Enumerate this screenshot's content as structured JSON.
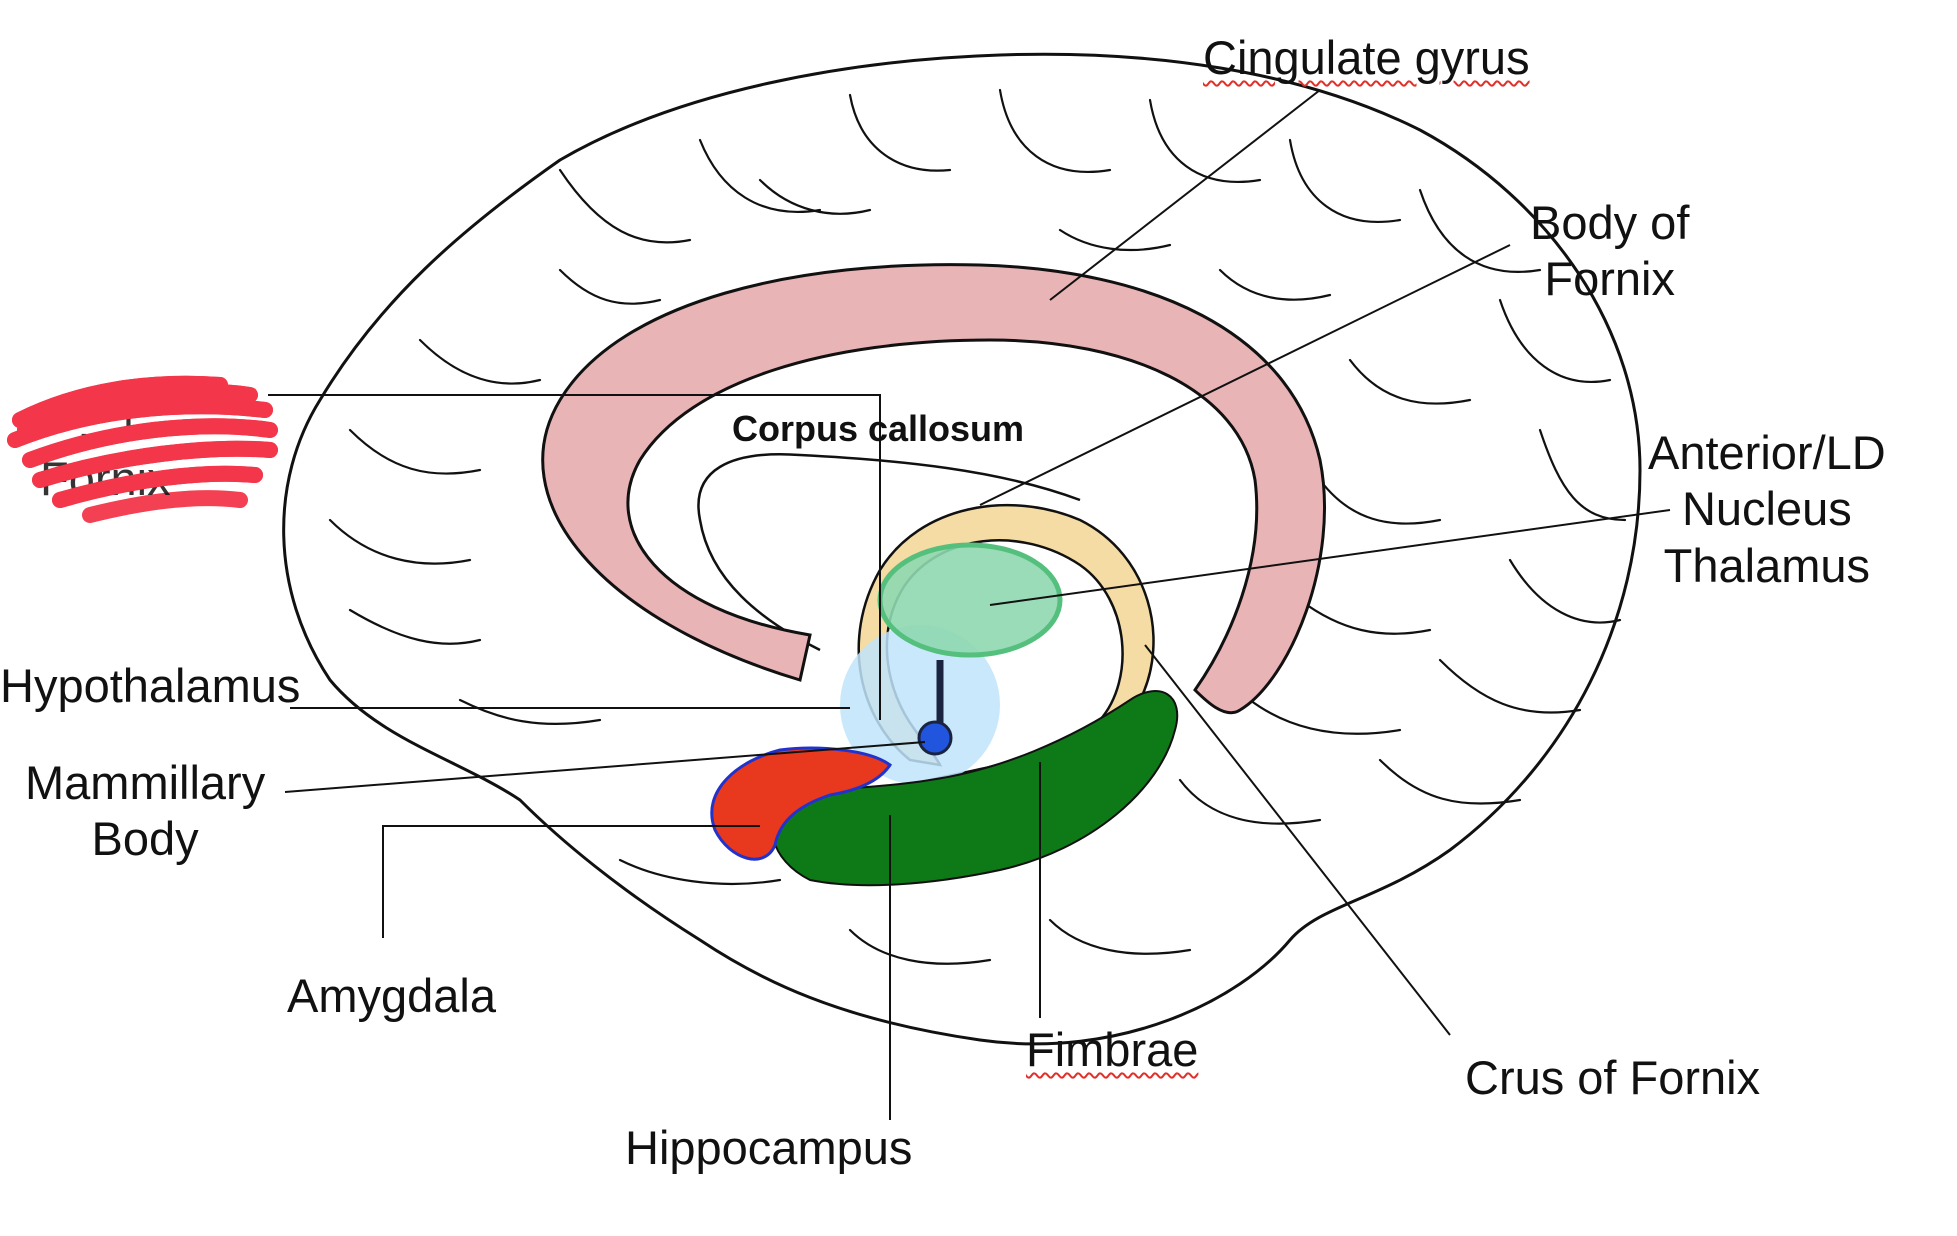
{
  "labels": {
    "cingulate_gyrus": "Cingulate gyrus",
    "body_of_fornix": "Body of\nFornix",
    "anterior_ld_nucleus": "Anterior/LD\nNucleus\nThalamus",
    "corpus_callosum": "Corpus callosum",
    "hypothalamus": "Hypothalamus",
    "mammillary_body": "Mammillary\nBody",
    "amygdala": "Amygdala",
    "hippocampus": "Hippocampus",
    "fimbrae": "Fimbrae",
    "crus_of_fornix": "Crus of Fornix",
    "redacted_label": "…f\nFornix"
  },
  "colors": {
    "outline": "#111111",
    "cingulate_gyrus": "#e8b4b6",
    "fornix": "#f5dca4",
    "thalamus": "#8fd8b0",
    "thalamus_stroke": "#55c07e",
    "hypothalamus": "#bfe4fb",
    "mammillary_body": "#2255dd",
    "amygdala": "#e8381e",
    "amygdala_stroke": "#2233cc",
    "hippocampus": "#0d7a17",
    "redaction": "#f4364a",
    "spellcheck": "#e0302a"
  }
}
